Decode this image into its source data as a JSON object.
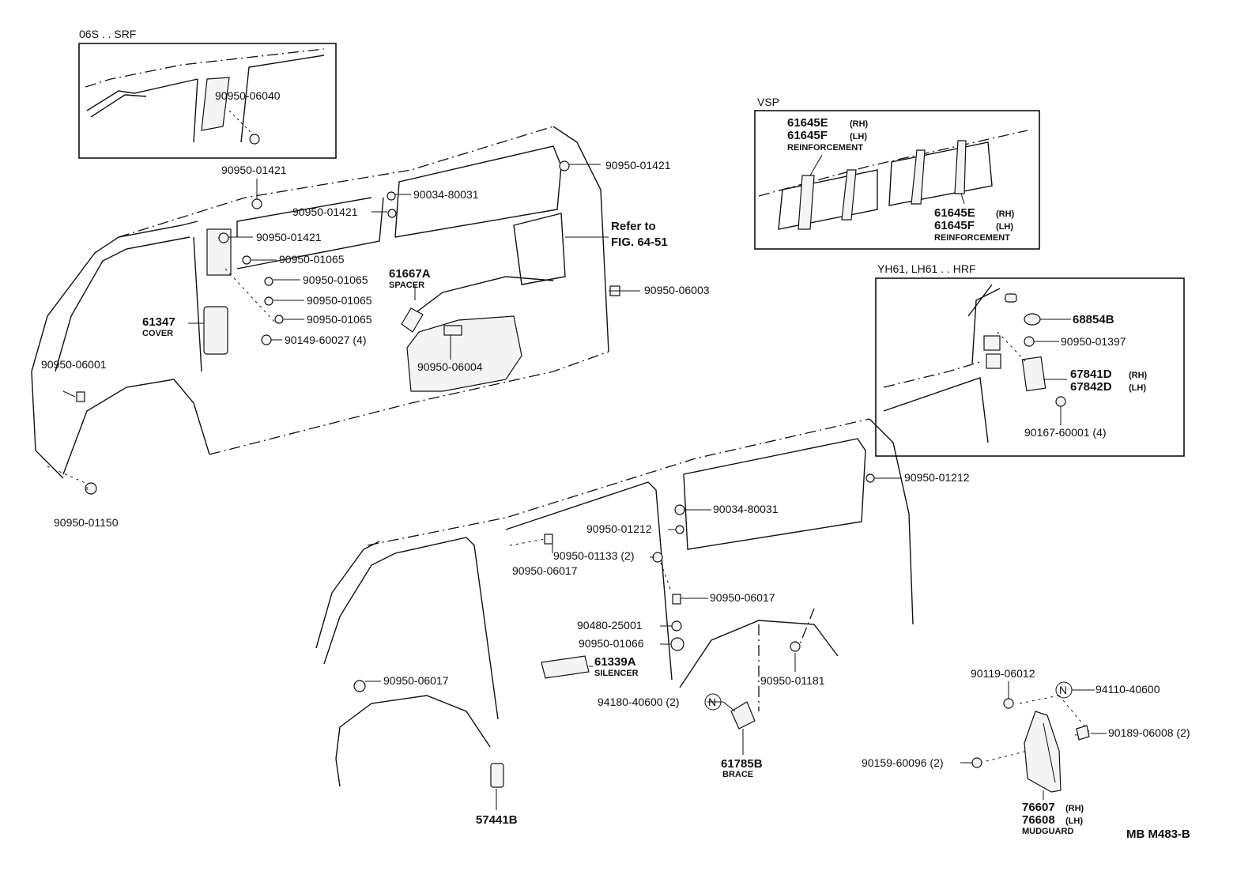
{
  "insets": {
    "srf_title": "06S . . SRF",
    "vsp_title": "VSP",
    "hrf_title": "YH61, LH61 . . HRF"
  },
  "parts": {
    "p90950_06040": "90950-06040",
    "p90950_01421_a": "90950-01421",
    "p90950_01421_b": "90950-01421",
    "p90950_01421_c": "90950-01421",
    "p90950_01421_d": "90950-01421",
    "p90034_80031_a": "90034-80031",
    "p90950_01065_a": "90950-01065",
    "p90950_01065_b": "90950-01065",
    "p90950_01065_c": "90950-01065",
    "p90950_01065_d": "90950-01065",
    "p61667A": "61667A",
    "p61667A_label": "SPACER",
    "p61347": "61347",
    "p61347_label": "COVER",
    "p90149_60027": "90149-60027 (4)",
    "p90950_06001": "90950-06001",
    "p90950_06004": "90950-06004",
    "p90950_06003": "90950-06003",
    "p90950_01150": "90950-01150",
    "refer_1": "Refer to",
    "refer_2": "FIG. 64-51",
    "p61645E_top": "61645E",
    "p61645F_top": "61645F",
    "p61645E_bot": "61645E",
    "p61645F_bot": "61645F",
    "rh_a": "(RH)",
    "lh_a": "(LH)",
    "rh_b": "(RH)",
    "lh_b": "(LH)",
    "reinforcement_a": "REINFORCEMENT",
    "reinforcement_b": "REINFORCEMENT",
    "p68854B": "68854B",
    "p90950_01397": "90950-01397",
    "p67841D": "67841D",
    "p67842D": "67842D",
    "rh_c": "(RH)",
    "lh_c": "(LH)",
    "p90167_60001": "90167-60001 (4)",
    "p90950_01212_a": "90950-01212",
    "p90950_01212_b": "90950-01212",
    "p90034_80031_b": "90034-80031",
    "p90950_01133": "90950-01133 (2)",
    "p90950_06017_a": "90950-06017",
    "p90950_06017_b": "90950-06017",
    "p90950_06017_c": "90950-06017",
    "p90480_25001": "90480-25001",
    "p90950_01066": "90950-01066",
    "p61339A": "61339A",
    "p61339A_label": "SILENCER",
    "p90950_01181": "90950-01181",
    "p94180_40600": "94180-40600 (2)",
    "p61785B": "61785B",
    "p61785B_label": "BRACE",
    "p57441B": "57441B",
    "p90119_06012": "90119-06012",
    "p94110_40600": "94110-40600",
    "p90189_06008": "90189-06008 (2)",
    "p90159_60096": "90159-60096 (2)",
    "p76607": "76607",
    "p76608": "76608",
    "rh_d": "(RH)",
    "lh_d": "(LH)",
    "mudguard": "MUDGUARD",
    "n_symbol_a": "N",
    "n_symbol_b": "N"
  },
  "diagram_code": "MB M483-B"
}
